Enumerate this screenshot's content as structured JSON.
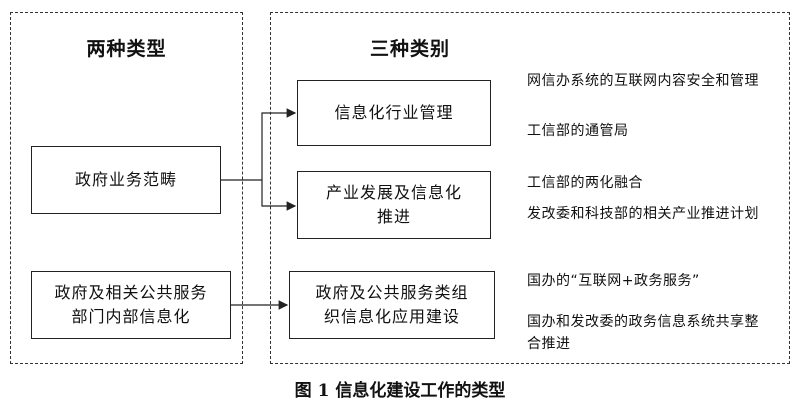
{
  "left_panel": {
    "title": "两种类型",
    "boxes": [
      {
        "lines": [
          "政府业务范畴"
        ]
      },
      {
        "lines": [
          "政府及相关公共服务",
          "部门内部信息化"
        ]
      }
    ]
  },
  "right_panel": {
    "title": "三种类别",
    "boxes": [
      {
        "lines": [
          "信息化行业管理"
        ]
      },
      {
        "lines": [
          "产业发展及信息化",
          "推进"
        ]
      },
      {
        "lines": [
          "政府及公共服务类组",
          "织信息化应用建设"
        ]
      }
    ]
  },
  "notes": [
    "网信办系统的互联网内容安全和管理",
    "工信部的通管局",
    "工信部的两化融合",
    "发改委和科技部的相关产业推进计划",
    "国办的“互联网+政务服务”",
    "国办和发改委的政务信息系统共享整合推进"
  ],
  "caption": "图 1 信息化建设工作的类型"
}
